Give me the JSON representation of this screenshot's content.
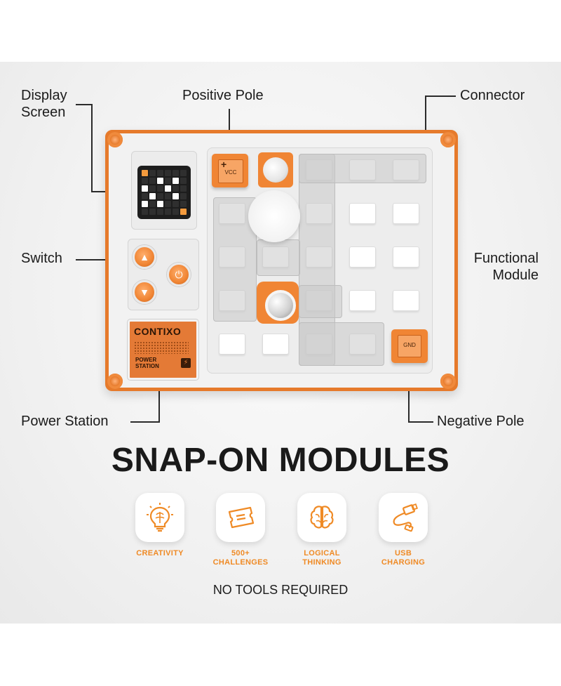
{
  "callouts": {
    "display_screen_line1": "Display",
    "display_screen_line2": "Screen",
    "positive_pole": "Positive Pole",
    "connector": "Connector",
    "switch": "Switch",
    "functional_module_line1": "Functional",
    "functional_module_line2": "Module",
    "power_station": "Power Station",
    "negative_pole": "Negative Pole"
  },
  "board": {
    "brand": "CONTIXO",
    "power_station_line1": "POWER",
    "power_station_line2": "STATION",
    "positive_pole_label": "VCC",
    "positive_pole_symbol": "+",
    "negative_pole_label": "GND",
    "switch_up_symbol": "▲",
    "switch_down_symbol": "▼",
    "power_symbol": "⏻",
    "bolt_symbol": "⚡"
  },
  "title": "SNAP-ON MODULES",
  "features": [
    {
      "icon": "lightbulb-brain-icon",
      "line1": "CREATIVITY",
      "line2": ""
    },
    {
      "icon": "ticket-icon",
      "line1": "500+",
      "line2": "CHALLENGES"
    },
    {
      "icon": "brain-icon",
      "line1": "LOGICAL",
      "line2": "THINKING"
    },
    {
      "icon": "usb-cable-icon",
      "line1": "USB",
      "line2": "CHARGING"
    }
  ],
  "footer": "NO TOOLS REQUIRED",
  "colors": {
    "accent": "#F08534",
    "label_orange": "#EF8A25",
    "text": "#1B1B1B"
  }
}
